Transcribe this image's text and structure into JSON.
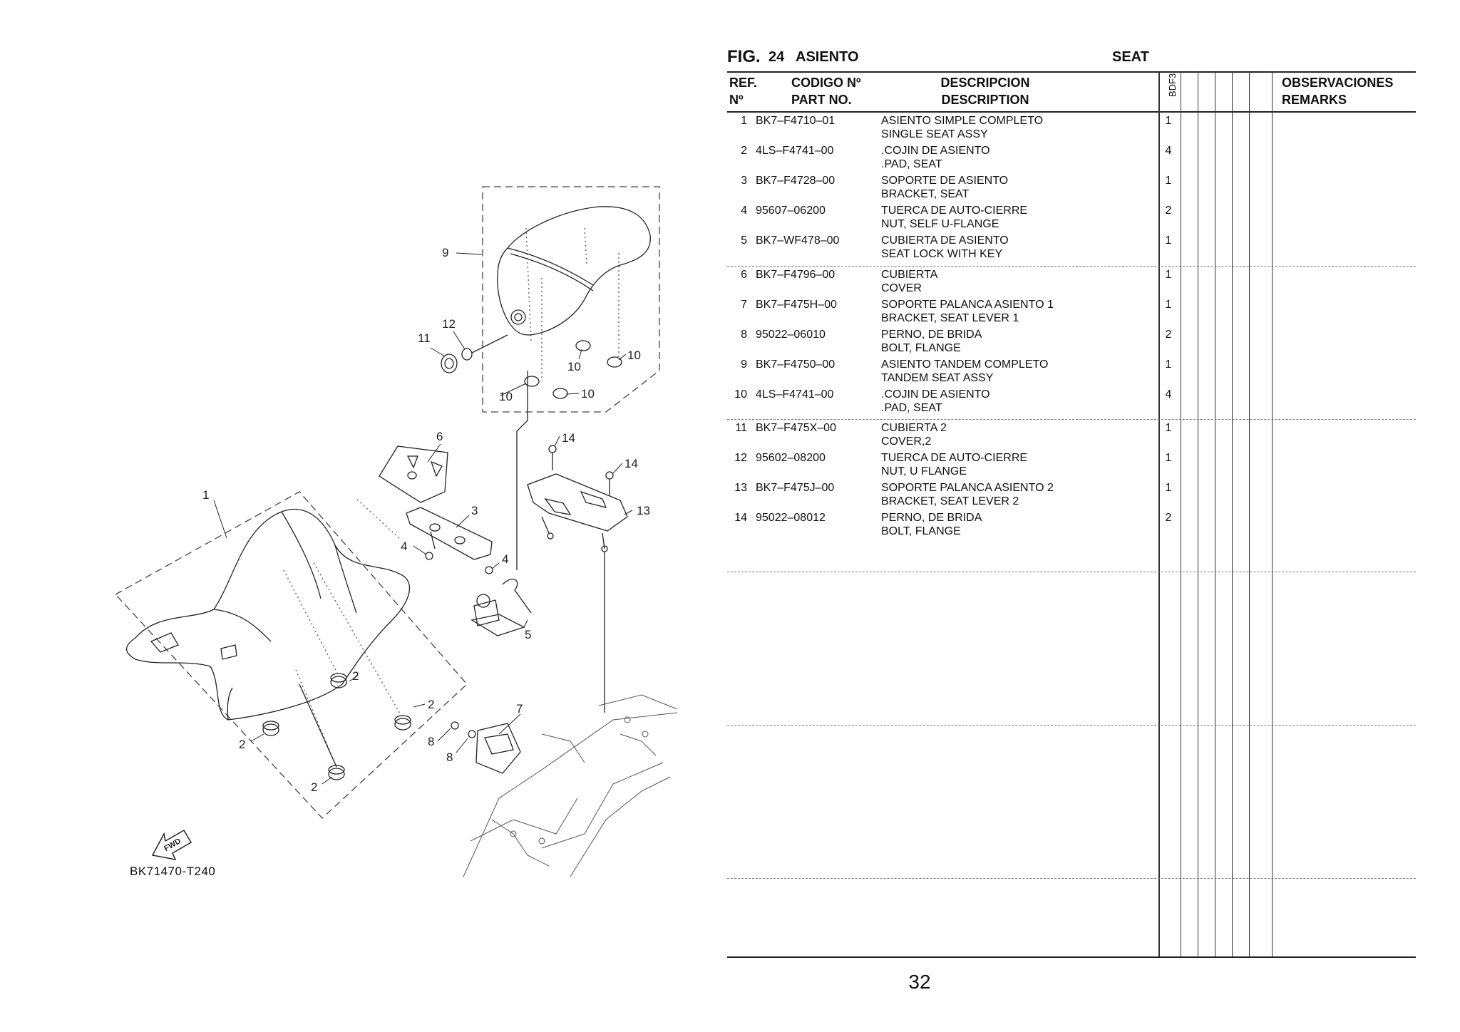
{
  "figure": {
    "label": "FIG.",
    "number": "24",
    "title_es": "ASIENTO",
    "title_en": "SEAT"
  },
  "diagram": {
    "code": "BK71470-T240",
    "fwd_label": "FWD",
    "callouts": [
      "1",
      "2",
      "2",
      "2",
      "2",
      "3",
      "4",
      "4",
      "5",
      "6",
      "7",
      "8",
      "8",
      "9",
      "10",
      "10",
      "10",
      "10",
      "11",
      "12",
      "13",
      "14",
      "14"
    ]
  },
  "table": {
    "headers": {
      "ref_line1": "REF.",
      "ref_line2": "Nº",
      "code_line1": "CODIGO Nº",
      "code_line2": "PART NO.",
      "desc_line1": "DESCRIPCION",
      "desc_line2": "DESCRIPTION",
      "model_column": "BDF3",
      "remarks_line1": "OBSERVACIONES",
      "remarks_line2": "REMARKS"
    },
    "rows": [
      {
        "ref": "1",
        "code": "BK7–F4710–01",
        "desc_es": "ASIENTO SIMPLE COMPLETO",
        "desc_en": "SINGLE SEAT ASSY",
        "qty": "1"
      },
      {
        "ref": "2",
        "code": "4LS–F4741–00",
        "desc_es": ".COJIN DE ASIENTO",
        "desc_en": ".PAD, SEAT",
        "qty": "4"
      },
      {
        "ref": "3",
        "code": "BK7–F4728–00",
        "desc_es": "SOPORTE DE ASIENTO",
        "desc_en": "BRACKET, SEAT",
        "qty": "1"
      },
      {
        "ref": "4",
        "code": "95607–06200",
        "desc_es": "TUERCA DE AUTO-CIERRE",
        "desc_en": "NUT, SELF U-FLANGE",
        "qty": "2"
      },
      {
        "ref": "5",
        "code": "BK7–WF478–00",
        "desc_es": "CUBIERTA DE ASIENTO",
        "desc_en": "SEAT LOCK WITH KEY",
        "qty": "1"
      },
      {
        "ref": "6",
        "code": "BK7–F4796–00",
        "desc_es": "CUBIERTA",
        "desc_en": "COVER",
        "qty": "1"
      },
      {
        "ref": "7",
        "code": "BK7–F475H–00",
        "desc_es": "SOPORTE PALANCA ASIENTO 1",
        "desc_en": "BRACKET, SEAT LEVER 1",
        "qty": "1"
      },
      {
        "ref": "8",
        "code": "95022–06010",
        "desc_es": "PERNO, DE BRIDA",
        "desc_en": "BOLT, FLANGE",
        "qty": "2"
      },
      {
        "ref": "9",
        "code": "BK7–F4750–00",
        "desc_es": "ASIENTO TANDEM COMPLETO",
        "desc_en": "TANDEM SEAT ASSY",
        "qty": "1"
      },
      {
        "ref": "10",
        "code": "4LS–F4741–00",
        "desc_es": ".COJIN DE ASIENTO",
        "desc_en": ".PAD, SEAT",
        "qty": "4"
      },
      {
        "ref": "11",
        "code": "BK7–F475X–00",
        "desc_es": "CUBIERTA 2",
        "desc_en": "COVER,2",
        "qty": "1"
      },
      {
        "ref": "12",
        "code": "95602–08200",
        "desc_es": "TUERCA DE AUTO-CIERRE",
        "desc_en": "NUT, U FLANGE",
        "qty": "1"
      },
      {
        "ref": "13",
        "code": "BK7–F475J–00",
        "desc_es": "SOPORTE PALANCA ASIENTO 2",
        "desc_en": "BRACKET, SEAT LEVER 2",
        "qty": "1"
      },
      {
        "ref": "14",
        "code": "95022–08012",
        "desc_es": "PERNO, DE BRIDA",
        "desc_en": "BOLT, FLANGE",
        "qty": "2"
      }
    ]
  },
  "page_number": "32"
}
